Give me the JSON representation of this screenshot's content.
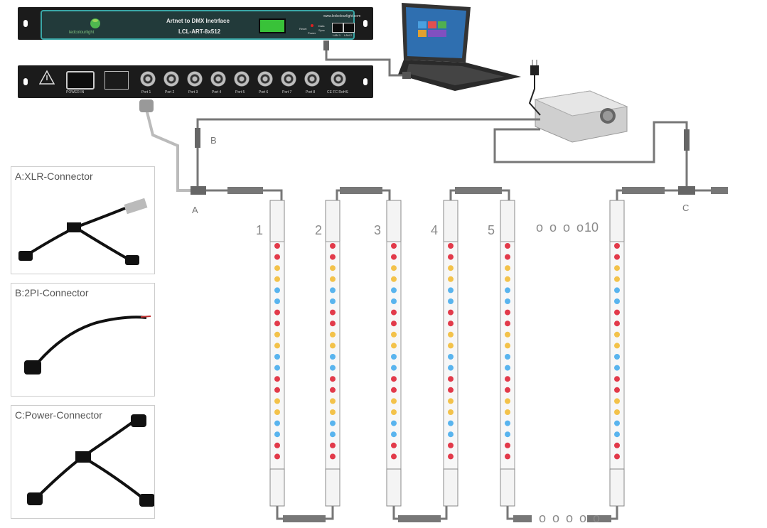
{
  "device1": {
    "title": "Artnet to DMX Inetrface",
    "model": "LCL-ART-8x512",
    "brand": "ledcolourlight",
    "url": "www.ledcolourlight.com",
    "labels": [
      "Reset",
      "Data",
      "Sync",
      "Power",
      "LAN 1",
      "LAN 2"
    ]
  },
  "device2": {
    "power_label": "POWER IN",
    "ports": [
      "Port 1",
      "Port 2",
      "Port 3",
      "Port 4",
      "Port 5",
      "Port 6",
      "Port 7",
      "Port 8"
    ],
    "marks": "CE FC RoHS"
  },
  "connectors": [
    {
      "caption": "A:XLR-Connector"
    },
    {
      "caption": "B:2PI-Connector"
    },
    {
      "caption": "C:Power-Connector"
    }
  ],
  "point_labels": {
    "a": "A",
    "b": "B",
    "c": "C"
  },
  "strips": [
    "1",
    "2",
    "3",
    "4",
    "5",
    "10"
  ],
  "ellipsis_top": "o o o o",
  "ellipsis_bottom": "o o o o o",
  "led_colors": [
    "#e23a4a",
    "#e23a4a",
    "#f3c24a",
    "#f3c24a",
    "#59b4ee",
    "#59b4ee"
  ]
}
